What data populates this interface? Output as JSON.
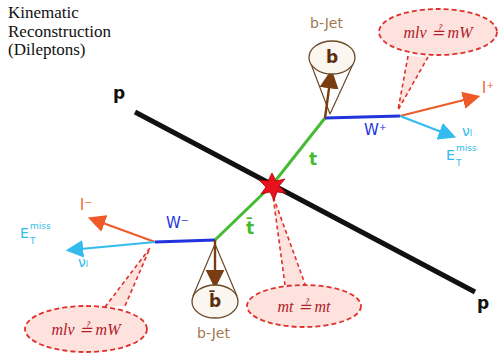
{
  "diagram": {
    "title": "Kinematic Reconstruction (Dileptons)",
    "nodes": [
      {
        "text": [
          "b"
        ]
      },
      {
        "text": [
          "mlν ≟ mW"
        ]
      },
      {
        "text": [
          "mt ≟ mt"
        ]
      },
      {
        "text": [
          "mlν ≟ mW"
        ]
      },
      {
        "text": [
          "b̄"
        ]
      }
    ],
    "labels": [
      "p",
      "b-Jet",
      "t",
      "W⁺",
      "l⁺",
      "νₗ",
      "E",
      "T",
      "miss",
      "l⁻",
      "E",
      "T",
      "miss",
      "νₗ",
      "W⁻",
      "t̄",
      "b-Jet",
      "p"
    ]
  }
}
